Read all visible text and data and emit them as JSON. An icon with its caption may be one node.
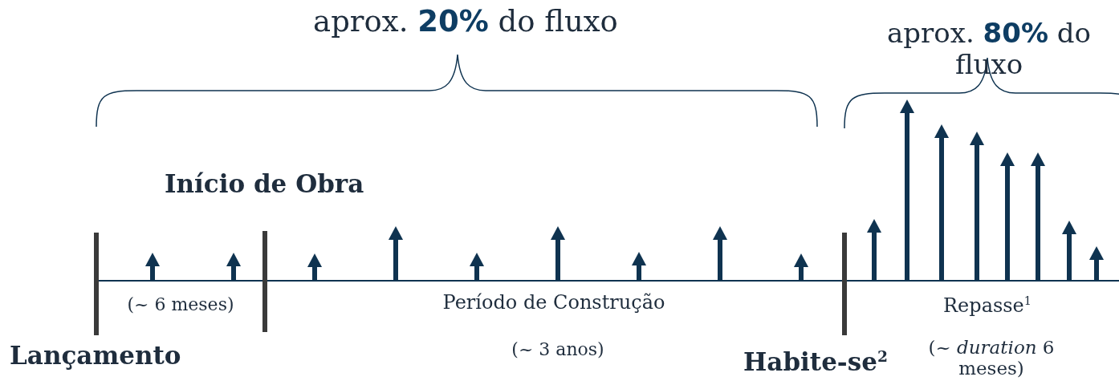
{
  "diagram": {
    "labels": [
      "aprox. **20%** do fluxo",
      "aprox. **80%** do fluxo",
      "Início de Obra",
      "(~ 6 meses)",
      "Período de Construção",
      "Repasse$^{1}$",
      "Lançamento",
      "(~ 3 anos)",
      "Habite-se$^{2}$",
      "(~ *duration* 6 meses)"
    ]
  }
}
